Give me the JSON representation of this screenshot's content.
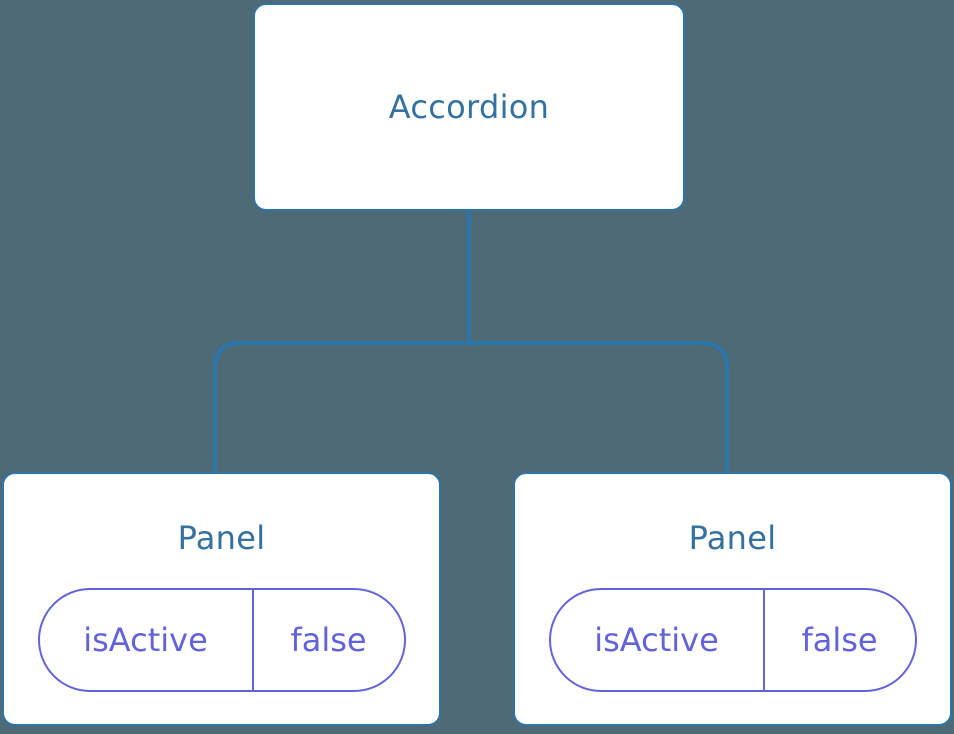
{
  "diagram": {
    "description": "React component tree showing an Accordion parent with two Panel children, each holding isActive state",
    "root": {
      "label": "Accordion"
    },
    "panels": [
      {
        "label": "Panel",
        "state": {
          "key": "isActive",
          "value": "false"
        }
      },
      {
        "label": "Panel",
        "state": {
          "key": "isActive",
          "value": "false"
        }
      }
    ],
    "colors": {
      "background": "#4d6a75",
      "node_fill": "#ffffff",
      "node_border": "#2f74a8",
      "connector": "#2b76ad",
      "node_text": "#35719f",
      "state_border": "#6464d9",
      "state_text": "#6262db"
    }
  }
}
